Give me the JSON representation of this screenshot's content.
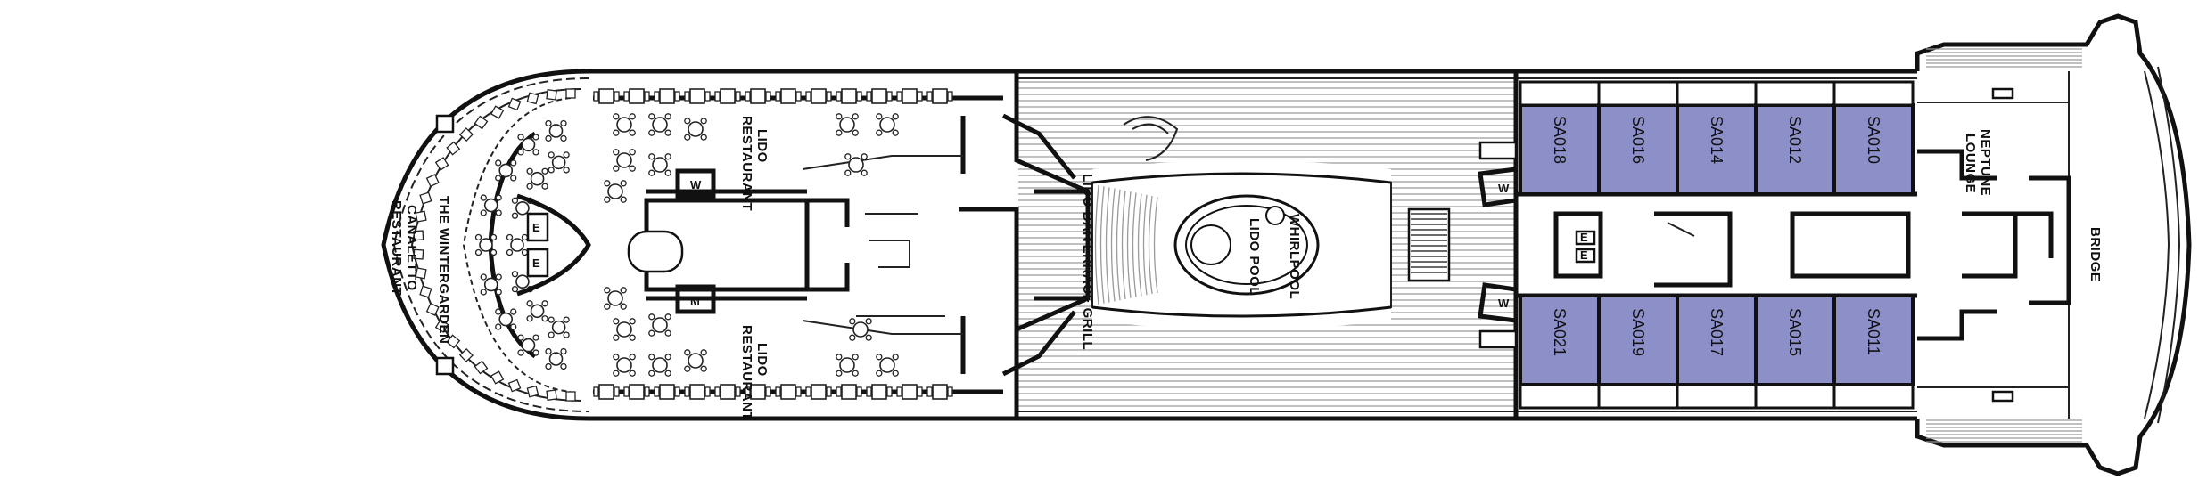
{
  "deck": {
    "venues": {
      "the_wintergarden": "THE WINTERGARDEN",
      "canaletto_line1": "CANALETTO",
      "canaletto_line2": "RESTAURANT",
      "lido_restaurant_top_1": "LIDO",
      "lido_restaurant_top_2": "RESTAURANT",
      "lido_restaurant_bottom_1": "LIDO",
      "lido_restaurant_bottom_2": "RESTAURANT",
      "lido_bar": "LIDO BAR",
      "terrace_grill": "TERRACE GRILL",
      "whirlpool": "WHIRLPOOL",
      "lido_pool": "LIDO POOL",
      "neptune_1": "NEPTUNE",
      "neptune_2": "LOUNGE",
      "bridge": "BRIDGE"
    },
    "restroom_marks": {
      "women": "W",
      "men": "M",
      "elevator": "E"
    },
    "cabins_top": [
      "SA018",
      "SA016",
      "SA014",
      "SA012",
      "SA010"
    ],
    "cabins_bottom": [
      "SA021",
      "SA019",
      "SA017",
      "SA015",
      "SA011"
    ],
    "colors": {
      "suite_fill": "#8d8fc9",
      "wall": "#111111",
      "deck_lines": "#9a9a9a"
    }
  }
}
